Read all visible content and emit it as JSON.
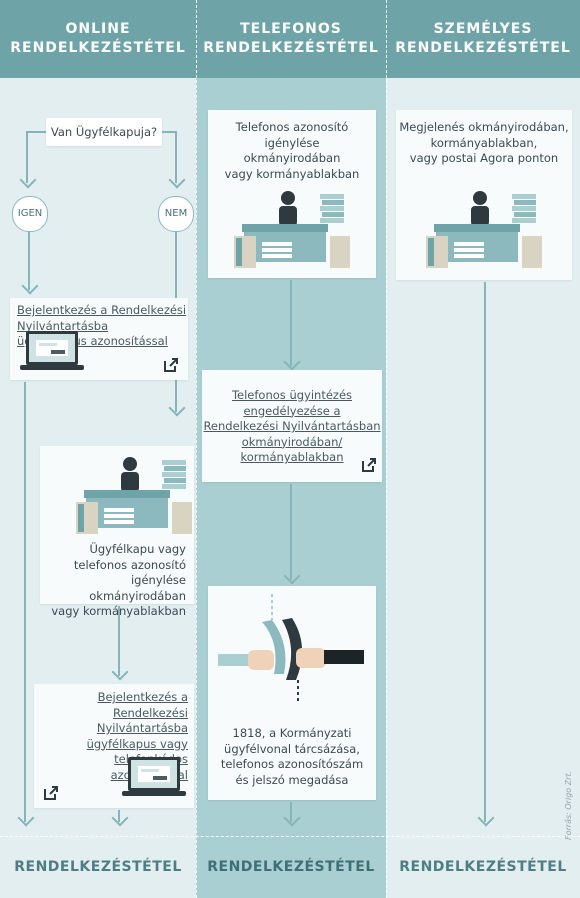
{
  "columns": {
    "online": {
      "heading": [
        "ONLINE",
        "RENDELKEZÉSTÉTEL"
      ],
      "footer": "RENDELKEZÉSTÉTEL"
    },
    "phone": {
      "heading": [
        "TELEFONOS",
        "RENDELKEZÉSTÉTEL"
      ],
      "footer": "RENDELKEZÉSTÉTEL"
    },
    "personal": {
      "heading": [
        "SZEMÉLYES",
        "RENDELKEZÉSTÉTEL"
      ],
      "footer": "RENDELKEZÉSTÉTEL"
    }
  },
  "online": {
    "question": "Van Ügyfélkapuja?",
    "yes": "IGEN",
    "no": "NEM",
    "step_login": [
      "Bejelentkezés a Rendelkezési",
      "Nyilvántartásba",
      "ügyfélkapus azonosítással"
    ],
    "step_office": [
      "Ügyfélkapu vagy",
      "telefonos azonosító",
      "igénylése okmányirodában",
      "vagy kormányablakban"
    ],
    "step_login2": [
      "Bejelentkezés a",
      "Rendelkezési Nyilvántartásba",
      "ügyfélkapus vagy",
      "telefonkódos azonosítással"
    ]
  },
  "phone": {
    "step_request": [
      "Telefonos azonosító igénylése",
      "okmányirodában",
      "vagy kormányablakban"
    ],
    "step_enable": [
      "Telefonos ügyintézés",
      "engedélyezése a",
      "Rendelkezési Nyilvántartásban",
      "okmányirodában/",
      "kormányablakban"
    ],
    "step_call": [
      "1818, a Kormányzati",
      "ügyfélvonal tárcsázása,",
      "telefonos azonosítószám",
      "és jelszó megadása"
    ]
  },
  "personal": {
    "step_visit": [
      "Megjelenés okmányirodában,",
      "kormányablakban,",
      "vagy postai Agora ponton"
    ]
  },
  "credit": "Forrás: Origo Zrt.",
  "colors": {
    "header": "#6ea3a8",
    "side_bg": "#e2eef0",
    "mid_bg": "#a9cfd2",
    "arrow": "#86b5b9"
  }
}
